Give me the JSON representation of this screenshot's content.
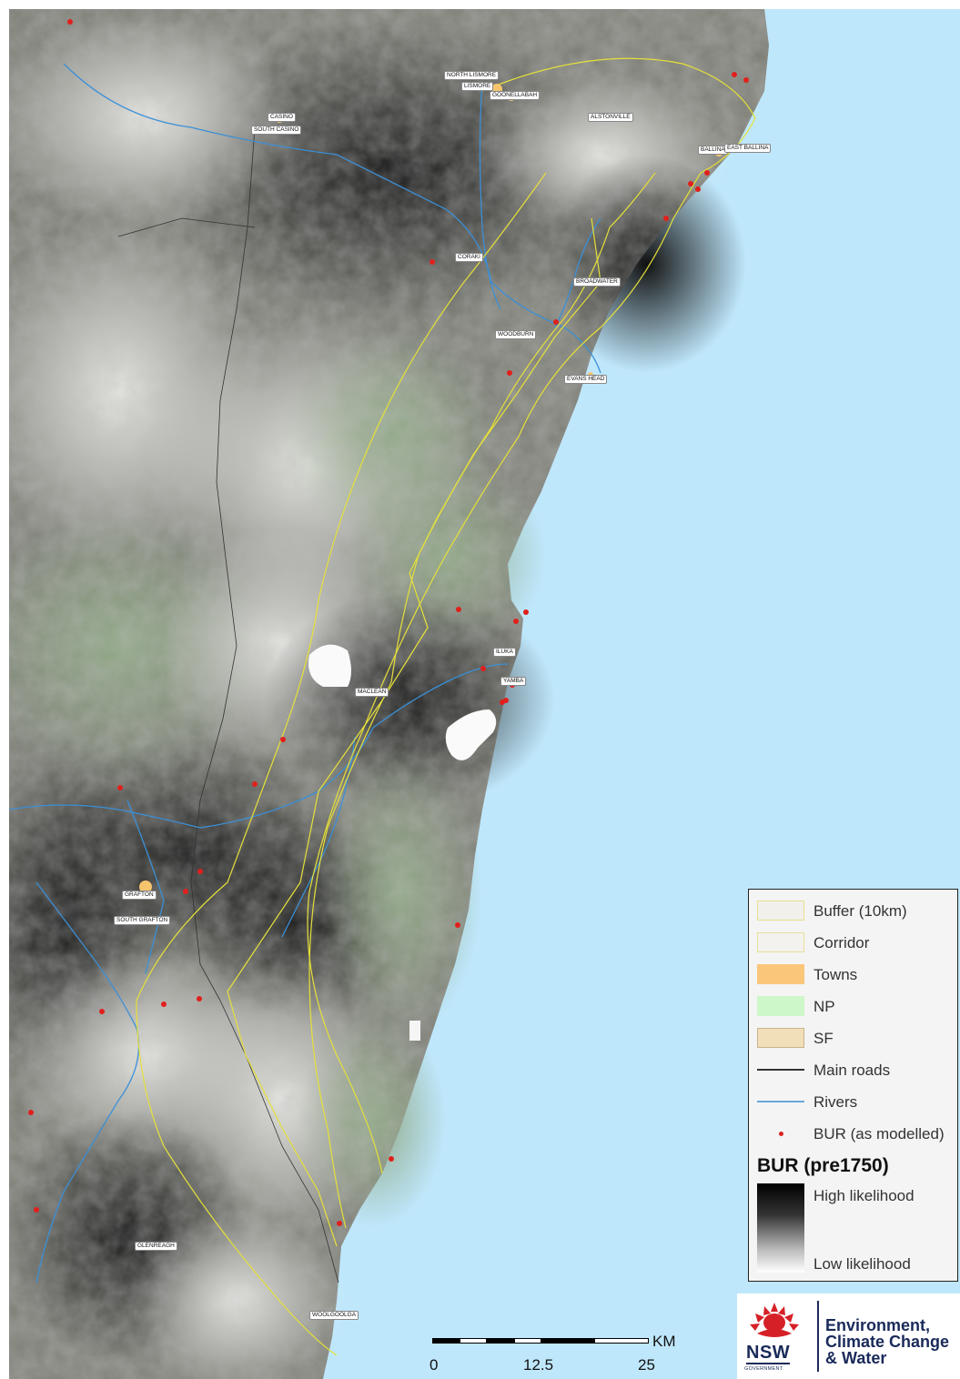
{
  "map": {
    "towns": {
      "north_lismore": "NORTH LISMORE",
      "lismore": "LISMORE",
      "goonellabah": "GOONELLABAH",
      "casino": "CASINO",
      "south_casino": "SOUTH CASINO",
      "alstonville": "ALSTONVILLE",
      "ballina": "BALLINA",
      "east_ballina": "EAST BALLINA",
      "coraki": "CORAKI",
      "broadwater": "BROADWATER",
      "woodburn": "WOODBURN",
      "evans_head": "EVANS HEAD",
      "iluka": "ILUKA",
      "yamba": "YAMBA",
      "maclean": "MACLEAN",
      "grafton": "GRAFTON",
      "south_grafton": "SOUTH GRAFTON",
      "glenreagh": "GLENREAGH",
      "woolgoolga": "WOOLGOOLGA"
    },
    "colors": {
      "ocean": "#bfe7fb",
      "bur_point": "#e0201c",
      "corridor": "#e6e03a",
      "river": "#3b8fd6",
      "road": "#3a3a3a",
      "town": "#f7c46e"
    }
  },
  "legend": {
    "items": [
      {
        "label": "Buffer (10km)",
        "swatch": "buffer"
      },
      {
        "label": "Corridor",
        "swatch": "corridor"
      },
      {
        "label": "Towns",
        "swatch": "towns"
      },
      {
        "label": "NP",
        "swatch": "np"
      },
      {
        "label": "SF",
        "swatch": "sf"
      },
      {
        "label": "Main roads",
        "swatch": "roads"
      },
      {
        "label": "Rivers",
        "swatch": "rivers"
      },
      {
        "label": "BUR (as modelled)",
        "swatch": "bur"
      }
    ],
    "title": "BUR (pre1750)",
    "high": "High likelihood",
    "low": "Low likelihood",
    "swatch_colors": {
      "buffer_fill": "#f1f0ec",
      "buffer_border": "#e8e08a",
      "corridor_fill": "#f4f2ee",
      "corridor_border": "#e6df9a",
      "towns": "#fac67a",
      "np": "#cdf7c9",
      "sf": "#f1dfb9",
      "roads": "#333333",
      "rivers": "#6aa8d8",
      "bur": "#d9231d"
    }
  },
  "scale_bar": {
    "ticks": [
      "0",
      "12.5",
      "25"
    ],
    "unit": "KM"
  },
  "logo": {
    "nsw": "NSW",
    "government": "GOVERNMENT",
    "line1": "Environment,",
    "line2": "Climate Change",
    "line3": "& Water",
    "color": "#d62027"
  }
}
